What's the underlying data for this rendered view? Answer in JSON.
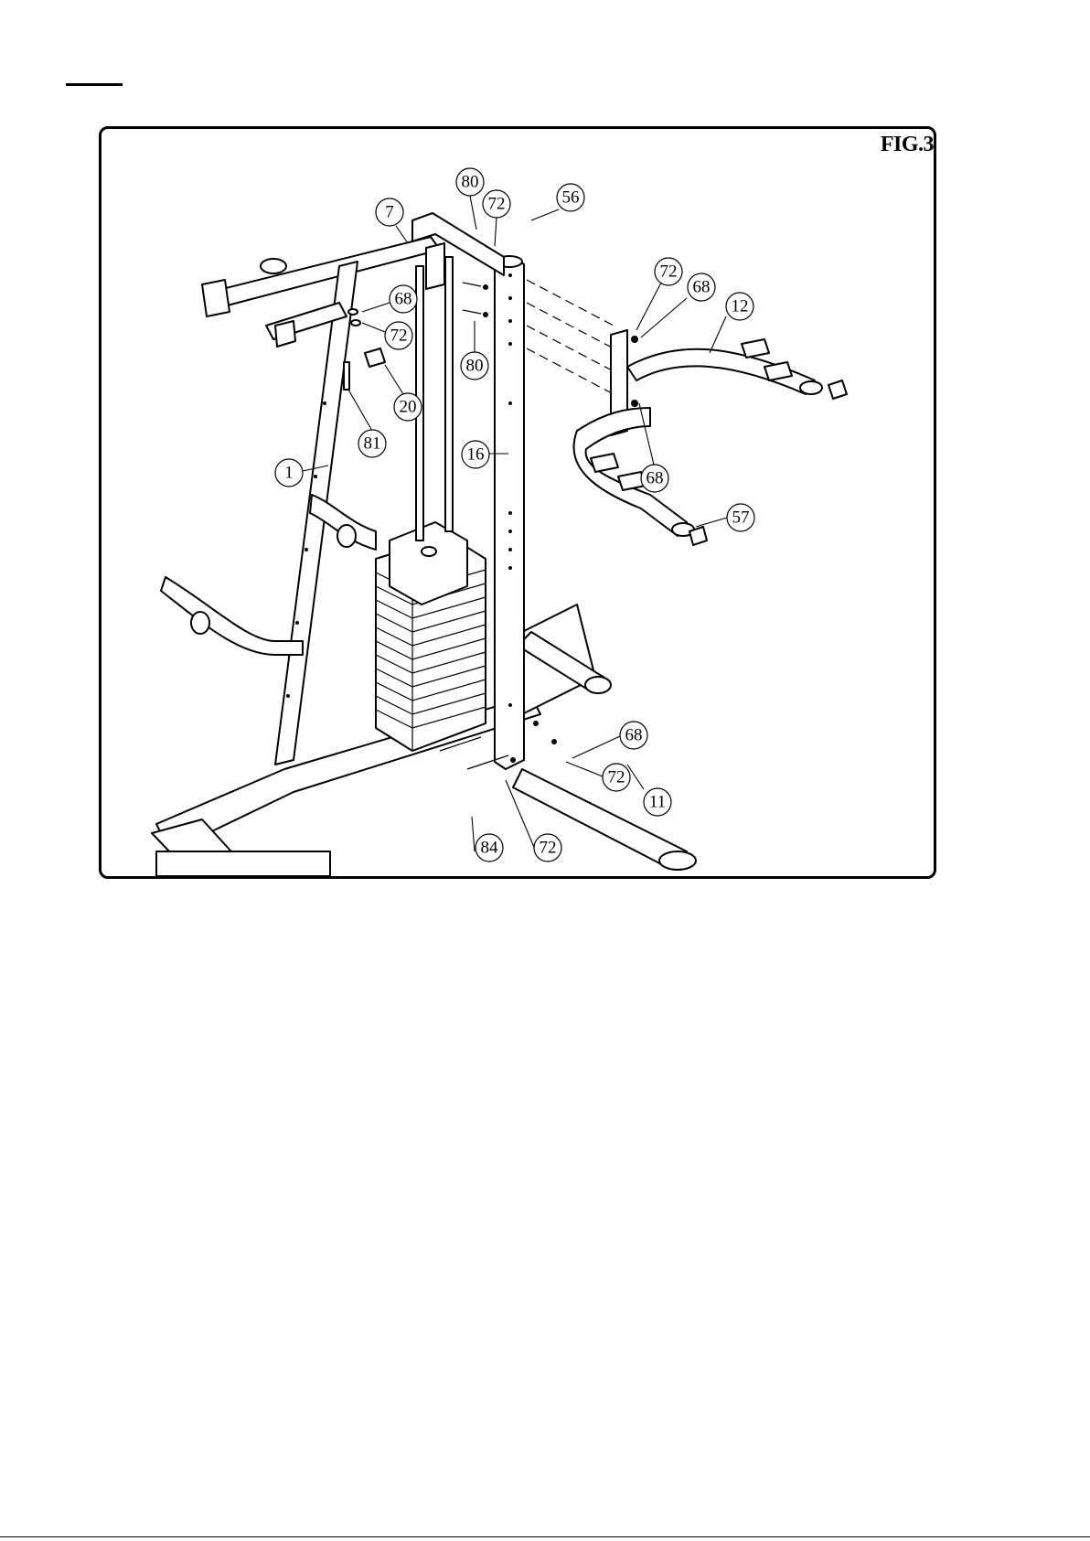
{
  "figure": {
    "label": "FIG.3"
  },
  "callouts": [
    {
      "id": "c80a",
      "text": "80"
    },
    {
      "id": "c72a",
      "text": "72"
    },
    {
      "id": "c56",
      "text": "56"
    },
    {
      "id": "c7",
      "text": "7"
    },
    {
      "id": "c68a",
      "text": "68"
    },
    {
      "id": "c72b",
      "text": "72"
    },
    {
      "id": "c80b",
      "text": "80"
    },
    {
      "id": "c20",
      "text": "20"
    },
    {
      "id": "c81",
      "text": "81"
    },
    {
      "id": "c1",
      "text": "1"
    },
    {
      "id": "c16",
      "text": "16"
    },
    {
      "id": "c72c",
      "text": "72"
    },
    {
      "id": "c68b",
      "text": "68"
    },
    {
      "id": "c12",
      "text": "12"
    },
    {
      "id": "c68c",
      "text": "68"
    },
    {
      "id": "c57",
      "text": "57"
    },
    {
      "id": "c68d",
      "text": "68"
    },
    {
      "id": "c72d",
      "text": "72"
    },
    {
      "id": "c11",
      "text": "11"
    },
    {
      "id": "c84",
      "text": "84"
    },
    {
      "id": "c72e",
      "text": "72"
    }
  ]
}
